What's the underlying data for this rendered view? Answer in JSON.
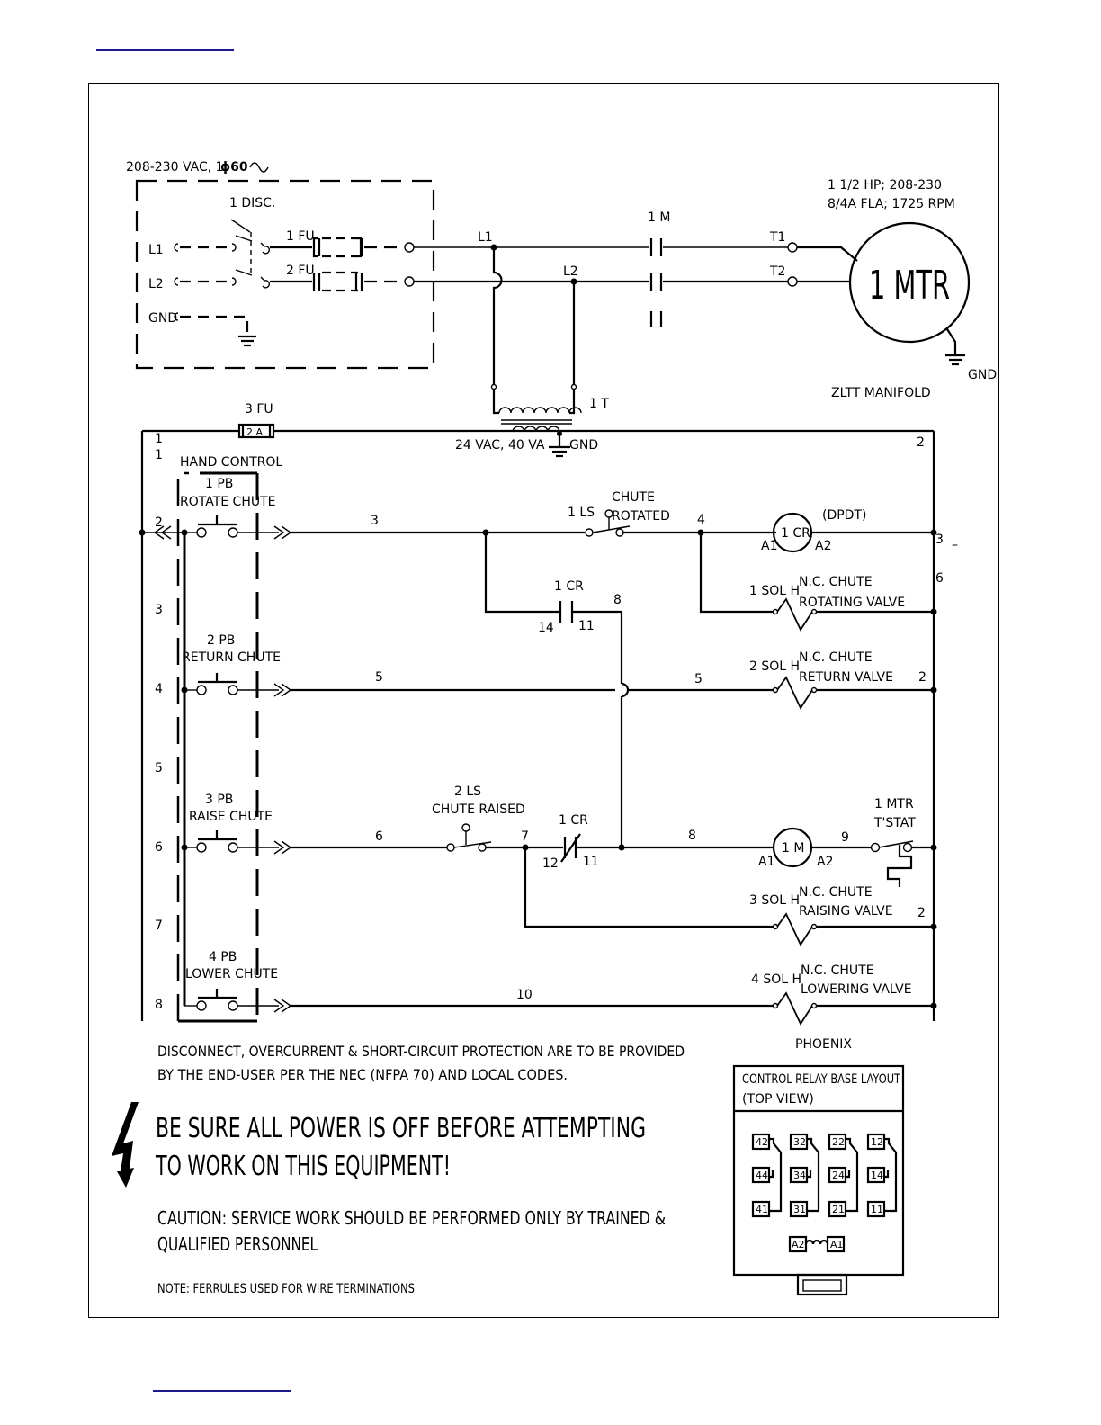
{
  "page": {
    "link_color": "#1a1a8c"
  },
  "power": {
    "supply_label": "208-230 VAC, 1",
    "phase_label": "ϕ60",
    "disconnect_label": "1 DISC.",
    "fuse1_label": "1 FU",
    "fuse2_label": "2 FU",
    "line1_label": "L1",
    "line2_label": "L2",
    "gnd_label": "GND",
    "bus_l1_label": "L1",
    "bus_l2_label": "L2",
    "contactor_label": "1 M",
    "t1_label": "T1",
    "t2_label": "T2"
  },
  "motor": {
    "spec_line1": "1 1/2 HP; 208-230",
    "spec_line2": "8/4A FLA; 1725 RPM",
    "name": "1 MTR",
    "gnd_label": "GND",
    "location_label": "ZLTT MANIFOLD"
  },
  "transformer": {
    "name": "1 T",
    "rating": "24 VAC, 40 VA",
    "gnd_label": "GND"
  },
  "control": {
    "fuse_label": "3 FU",
    "fuse_rating": "2 A",
    "wire_1": "1",
    "wire_1b": "1",
    "wire_2_right": "2",
    "hand_control_label": "HAND CONTROL",
    "left_rung_numbers": [
      "2",
      "3",
      "4",
      "5",
      "6",
      "7",
      "8"
    ],
    "right_marker": "3",
    "right_marker_b": "6",
    "right_dash": "–",
    "pushbuttons": [
      {
        "id": "1 PB",
        "label": "ROTATE CHUTE"
      },
      {
        "id": "2 PB",
        "label": "RETURN CHUTE"
      },
      {
        "id": "3 PB",
        "label": "RAISE CHUTE"
      },
      {
        "id": "4 PB",
        "label": "LOWER CHUTE"
      }
    ],
    "rung1": {
      "wire": "3",
      "ls_id": "1 LS",
      "ls_label1": "CHUTE",
      "ls_label2": "ROTATED",
      "node": "4",
      "coil": "1 CR",
      "coil_a1": "A1",
      "coil_a2": "A2",
      "coil_note": "(DPDT)"
    },
    "rung2": {
      "contact": "1 CR",
      "pin_left": "14",
      "pin_right": "11",
      "node": "8",
      "sol_id": "1 SOL H",
      "sol_label1": "N.C. CHUTE",
      "sol_label2": "ROTATING VALVE"
    },
    "rung3": {
      "wire_left": "5",
      "wire_right": "5",
      "sol_id": "2 SOL H",
      "sol_label1": "N.C. CHUTE",
      "sol_label2": "RETURN VALVE",
      "end": "2"
    },
    "rung4": {
      "wire": "6",
      "ls_id": "2 LS",
      "ls_label": "CHUTE RAISED",
      "node": "7",
      "contact": "1 CR",
      "pin_left": "12",
      "pin_right": "11",
      "wire_8": "8",
      "coil": "1 M",
      "coil_a1": "A1",
      "coil_a2": "A2",
      "wire_9": "9",
      "tstat_id": "1 MTR",
      "tstat_label": "T'STAT"
    },
    "rung5": {
      "sol_id": "3 SOL H",
      "sol_label1": "N.C. CHUTE",
      "sol_label2": "RAISING VALVE",
      "end": "2"
    },
    "rung6": {
      "wire": "10",
      "sol_id": "4 SOL H",
      "sol_label1": "N.C. CHUTE",
      "sol_label2": "LOWERING VALVE"
    }
  },
  "relay_base": {
    "brand": "PHOENIX",
    "title1": "CONTROL RELAY BASE LAYOUT",
    "title2": "(TOP VIEW)",
    "top_row": [
      "42",
      "32",
      "22",
      "12"
    ],
    "mid_row": [
      "44",
      "34",
      "24",
      "14"
    ],
    "bot_row": [
      "41",
      "31",
      "21",
      "11"
    ],
    "coil_pins": [
      "A2",
      "A1"
    ]
  },
  "notes": {
    "protection_line1": "DISCONNECT, OVERCURRENT & SHORT-CIRCUIT PROTECTION ARE TO BE PROVIDED",
    "protection_line2": "BY THE END-USER PER THE NEC (NFPA 70) AND LOCAL CODES.",
    "warning_line1": "BE SURE ALL POWER IS OFF BEFORE ATTEMPTING",
    "warning_line2": "TO WORK ON THIS EQUIPMENT!",
    "caution_line1": "CAUTION: SERVICE WORK SHOULD BE PERFORMED ONLY BY TRAINED &",
    "caution_line2": "QUALIFIED PERSONNEL",
    "note": "NOTE:   FERRULES USED FOR WIRE TERMINATIONS"
  }
}
